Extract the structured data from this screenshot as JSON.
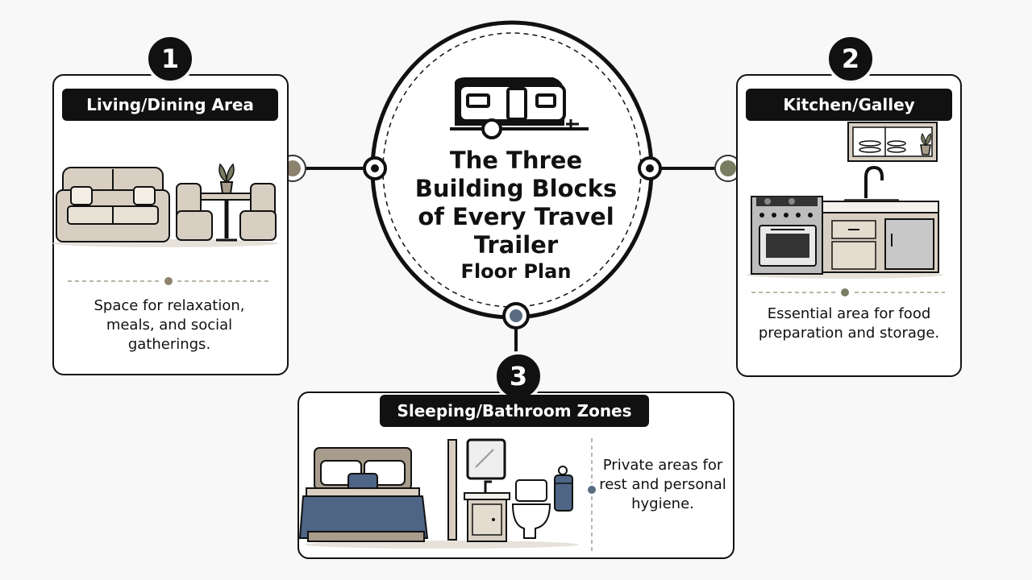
{
  "center": {
    "title": "The Three Building Blocks of Every Travel Trailer",
    "subtitle": "Floor Plan",
    "icon": "travel-trailer-icon"
  },
  "blocks": [
    {
      "number": "1",
      "title": "Living/Dining Area",
      "description": "Space for relaxation, meals, and social gatherings.",
      "icon": "sofa-and-dining-icon",
      "connector_color": "#8c826e"
    },
    {
      "number": "2",
      "title": "Kitchen/Galley",
      "description": "Essential area for food preparation and storage.",
      "icon": "kitchen-icon",
      "connector_color": "#7a7c62"
    },
    {
      "number": "3",
      "title": "Sleeping/Bathroom Zones",
      "description": "Private areas for rest and personal hygiene.",
      "icon": "bed-and-bathroom-icon",
      "connector_color": "#5a6c82"
    }
  ],
  "colors": {
    "ink": "#111111",
    "taupe": "#d8cfc2",
    "taupe_dark": "#a89c8c",
    "navy": "#4e6585",
    "background": "#f8f8f8"
  }
}
